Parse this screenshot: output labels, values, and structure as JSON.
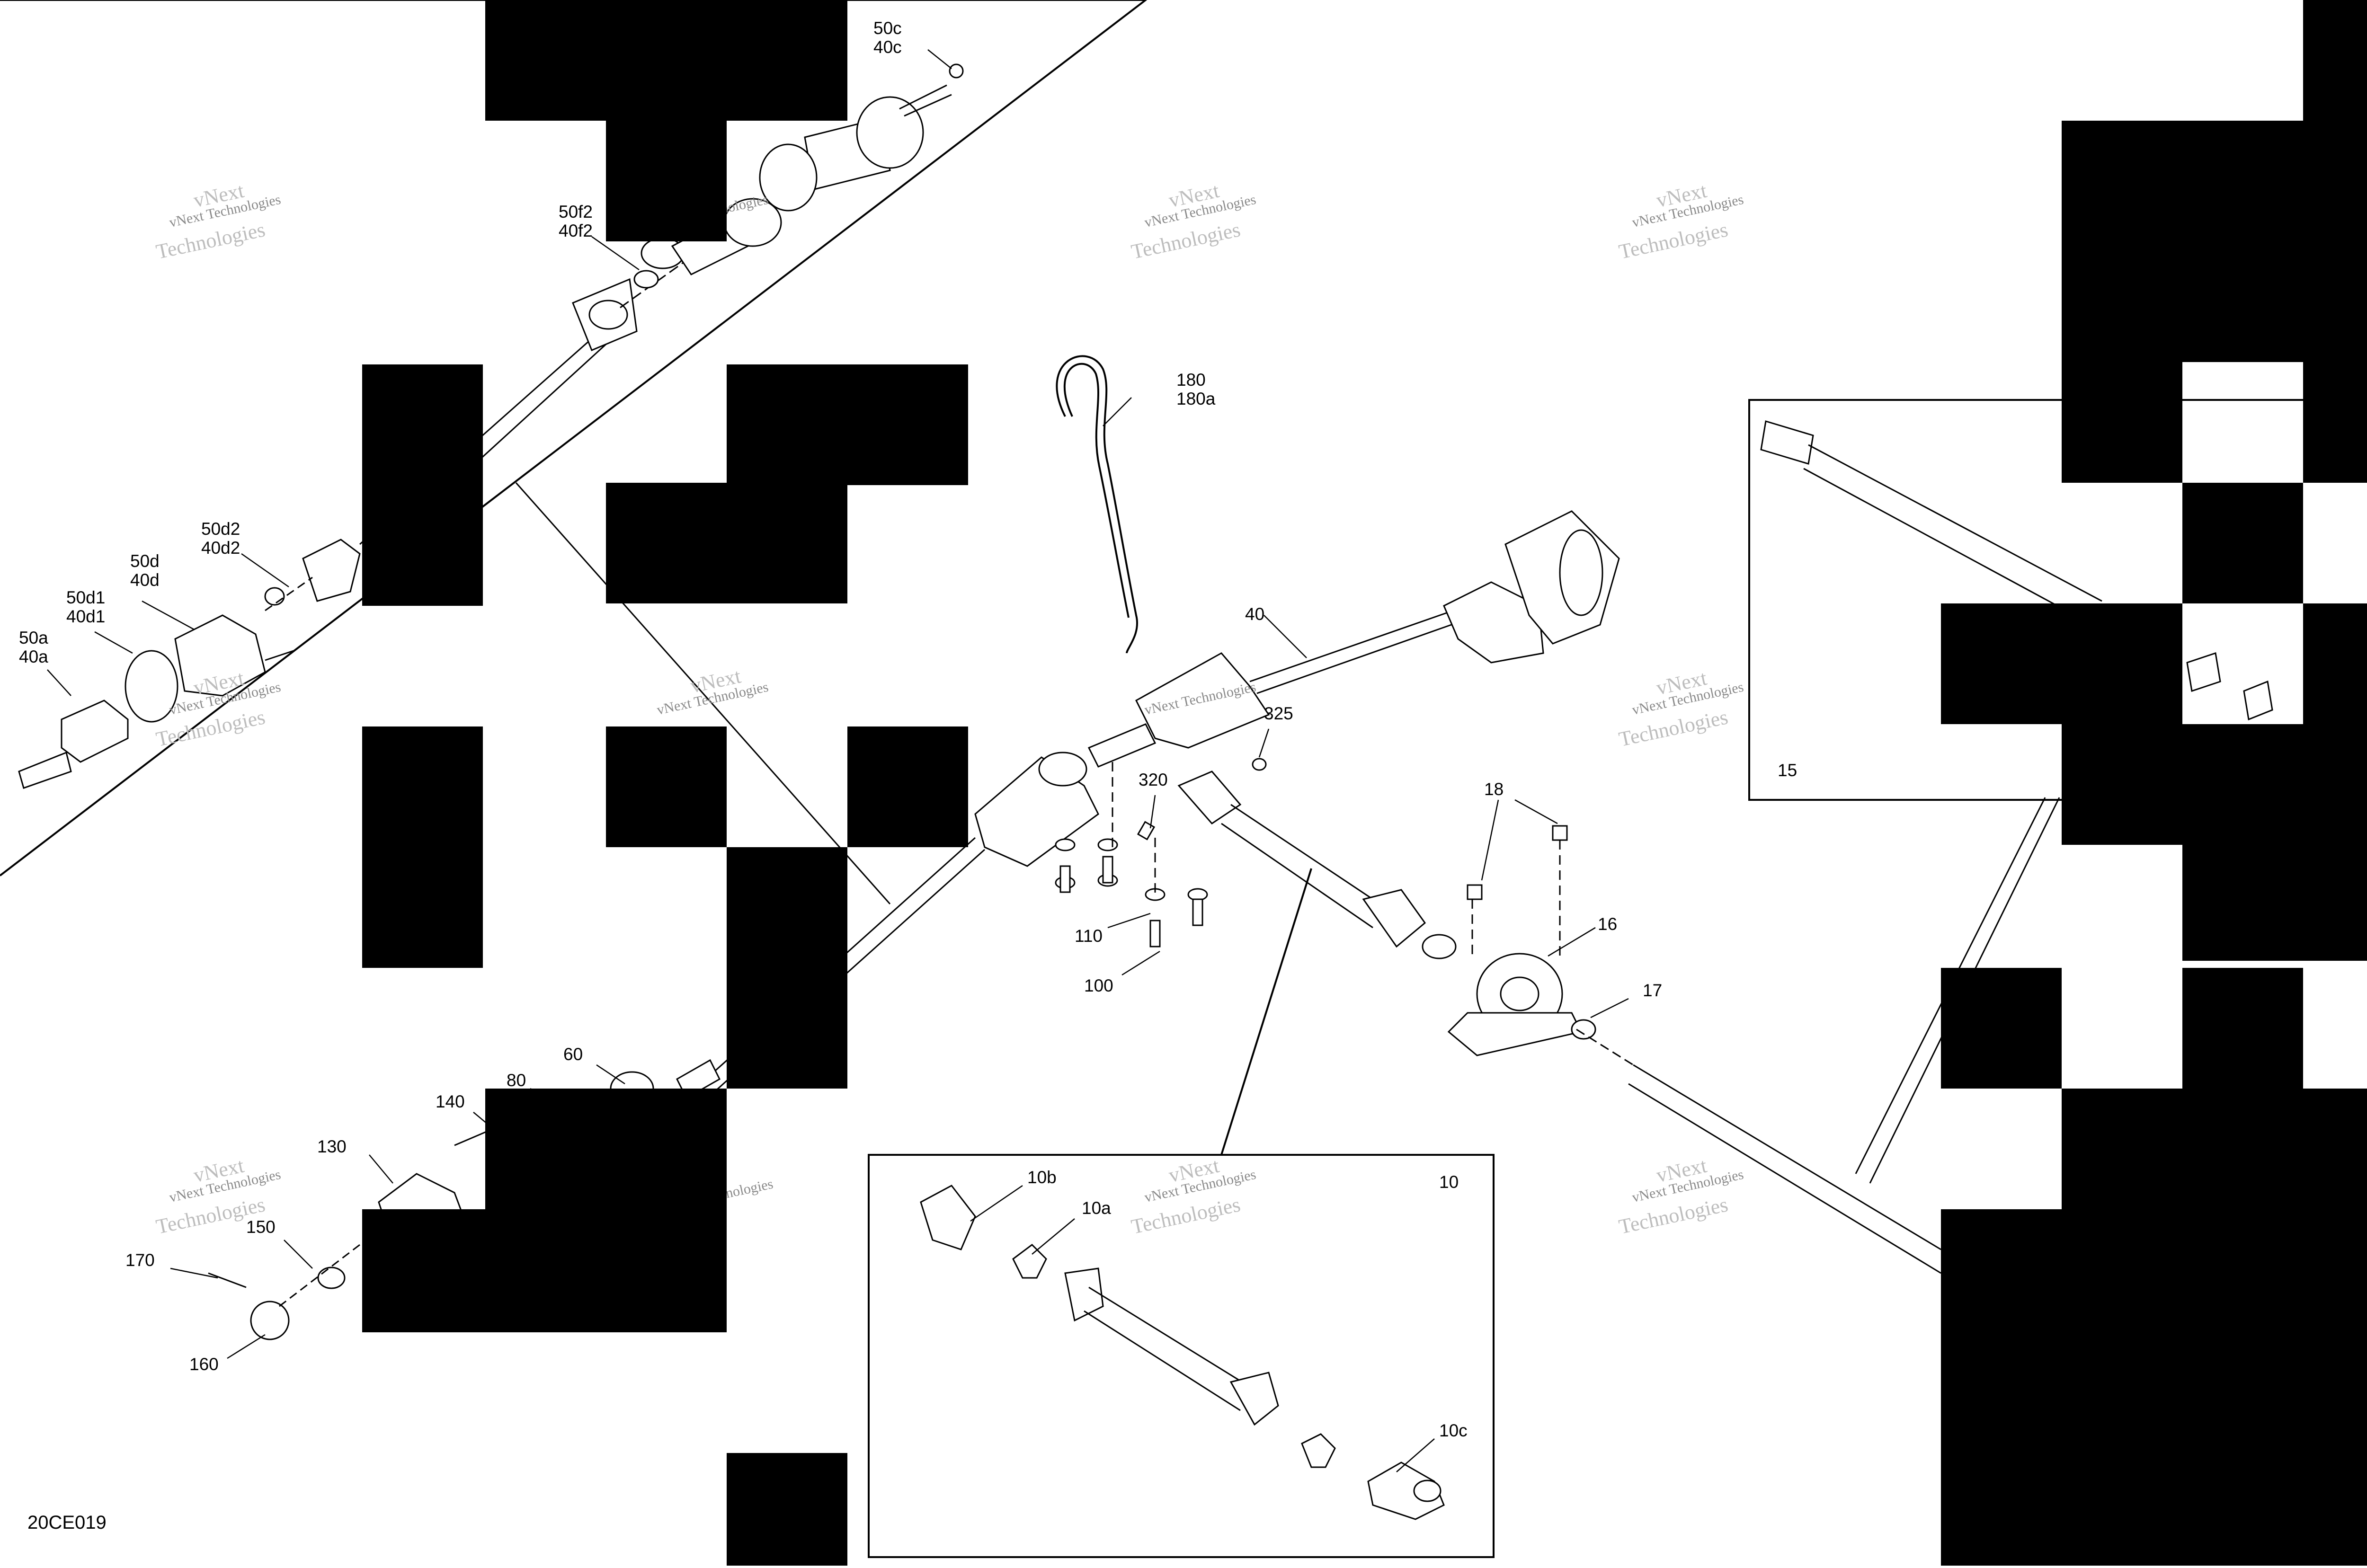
{
  "diagram_code": "20CE019",
  "watermark": {
    "line1": "vNext Technologies",
    "line2": "Technologies",
    "small": "vNext"
  },
  "callouts": {
    "c50c": "50c",
    "c40c": "40c",
    "c50f2": "50f2",
    "c40f2": "40f2",
    "c50d2": "50d2",
    "c40d2": "40d2",
    "c50d": "50d",
    "c40d": "40d",
    "c50d1": "50d1",
    "c40d1": "40d1",
    "c50a": "50a",
    "c40a": "40a",
    "c180": "180",
    "c180a": "180a",
    "c40": "40",
    "c325": "325",
    "c320": "320",
    "c18": "18",
    "c16": "16",
    "c17": "17",
    "c110": "110",
    "c100": "100",
    "c15": "15",
    "c60": "60",
    "c80": "80",
    "c140": "140",
    "c130": "130",
    "c150": "150",
    "c170": "170",
    "c160": "160",
    "c10": "10",
    "c10a": "10a",
    "c10b": "10b",
    "c10c": "10c"
  }
}
